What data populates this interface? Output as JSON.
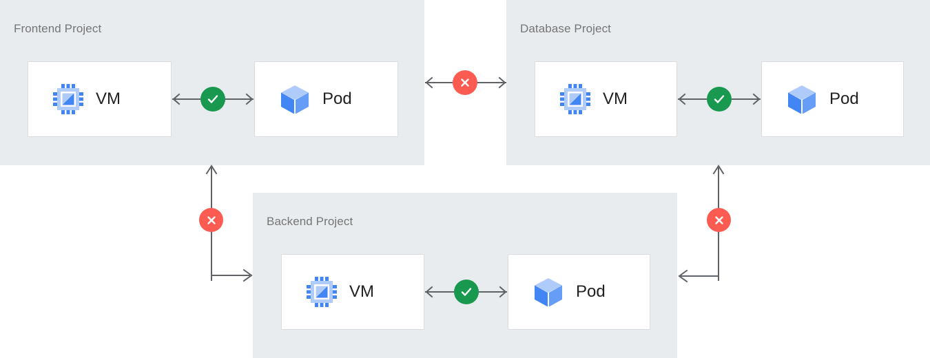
{
  "diagram": {
    "title_color": "#757575",
    "panel_bg": "#e8ecef",
    "card_bg": "#ffffff",
    "card_border": "#dadce0",
    "line_color": "#5f6368",
    "ok_color": "#18994f",
    "blocked_color": "#fc5b51",
    "vm_icon_color": "#4285f4",
    "pod_icon_color": "#4285f4"
  },
  "panels": [
    {
      "id": "frontend",
      "title": "Frontend Project",
      "nodes": [
        {
          "label": "VM",
          "icon": "cpu-chip-icon"
        },
        {
          "label": "Pod",
          "icon": "cube-icon"
        }
      ],
      "internal_link": {
        "status": "allowed",
        "icon": "check-circle-icon"
      }
    },
    {
      "id": "database",
      "title": "Database Project",
      "nodes": [
        {
          "label": "VM",
          "icon": "cpu-chip-icon"
        },
        {
          "label": "Pod",
          "icon": "cube-icon"
        }
      ],
      "internal_link": {
        "status": "allowed",
        "icon": "check-circle-icon"
      }
    },
    {
      "id": "backend",
      "title": "Backend Project",
      "nodes": [
        {
          "label": "VM",
          "icon": "cpu-chip-icon"
        },
        {
          "label": "Pod",
          "icon": "cube-icon"
        }
      ],
      "internal_link": {
        "status": "allowed",
        "icon": "check-circle-icon"
      }
    }
  ],
  "cross_links": [
    {
      "id": "frontend-database",
      "status": "blocked",
      "icon": "x-circle-icon"
    },
    {
      "id": "frontend-backend",
      "status": "blocked",
      "icon": "x-circle-icon"
    },
    {
      "id": "database-backend",
      "status": "blocked",
      "icon": "x-circle-icon"
    }
  ]
}
